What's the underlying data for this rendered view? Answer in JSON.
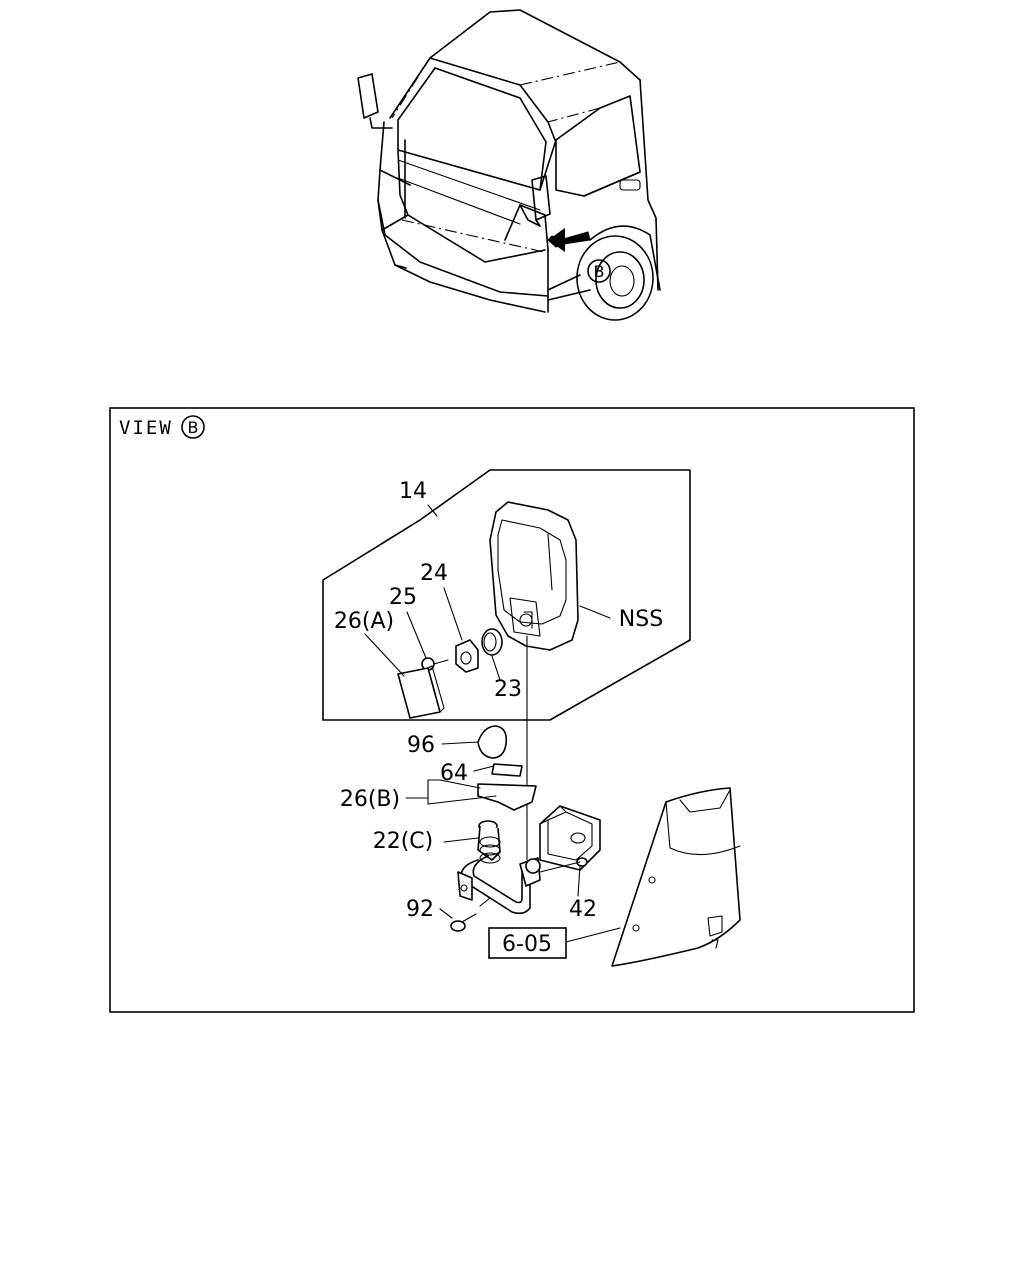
{
  "overview": {
    "view_marker": "B"
  },
  "view_box": {
    "label": "VIEW",
    "marker": "B"
  },
  "callouts": {
    "c14": "14",
    "c24": "24",
    "c25": "25",
    "c26a": "26(A)",
    "c23": "23",
    "nss": "NSS",
    "c96": "96",
    "c64": "64",
    "c26b": "26(B)",
    "c22c": "22(C)",
    "c92": "92",
    "c42": "42",
    "ref": "6-05"
  }
}
